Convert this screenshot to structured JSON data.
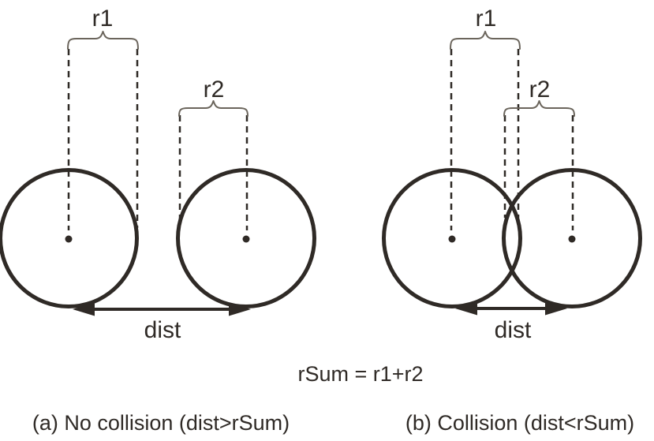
{
  "colors": {
    "ink": "#2f2a26",
    "brace": "#6b655c",
    "background": "#ffffff"
  },
  "formula": {
    "text": "rSum = r1+r2"
  },
  "panel_a": {
    "r1_label": "r1",
    "r2_label": "r2",
    "dist_label": "dist",
    "caption": "(a) No collision (dist>rSum)"
  },
  "panel_b": {
    "r1_label": "r1",
    "r2_label": "r2",
    "dist_label": "dist",
    "caption": "(b) Collision (dist<rSum)"
  }
}
